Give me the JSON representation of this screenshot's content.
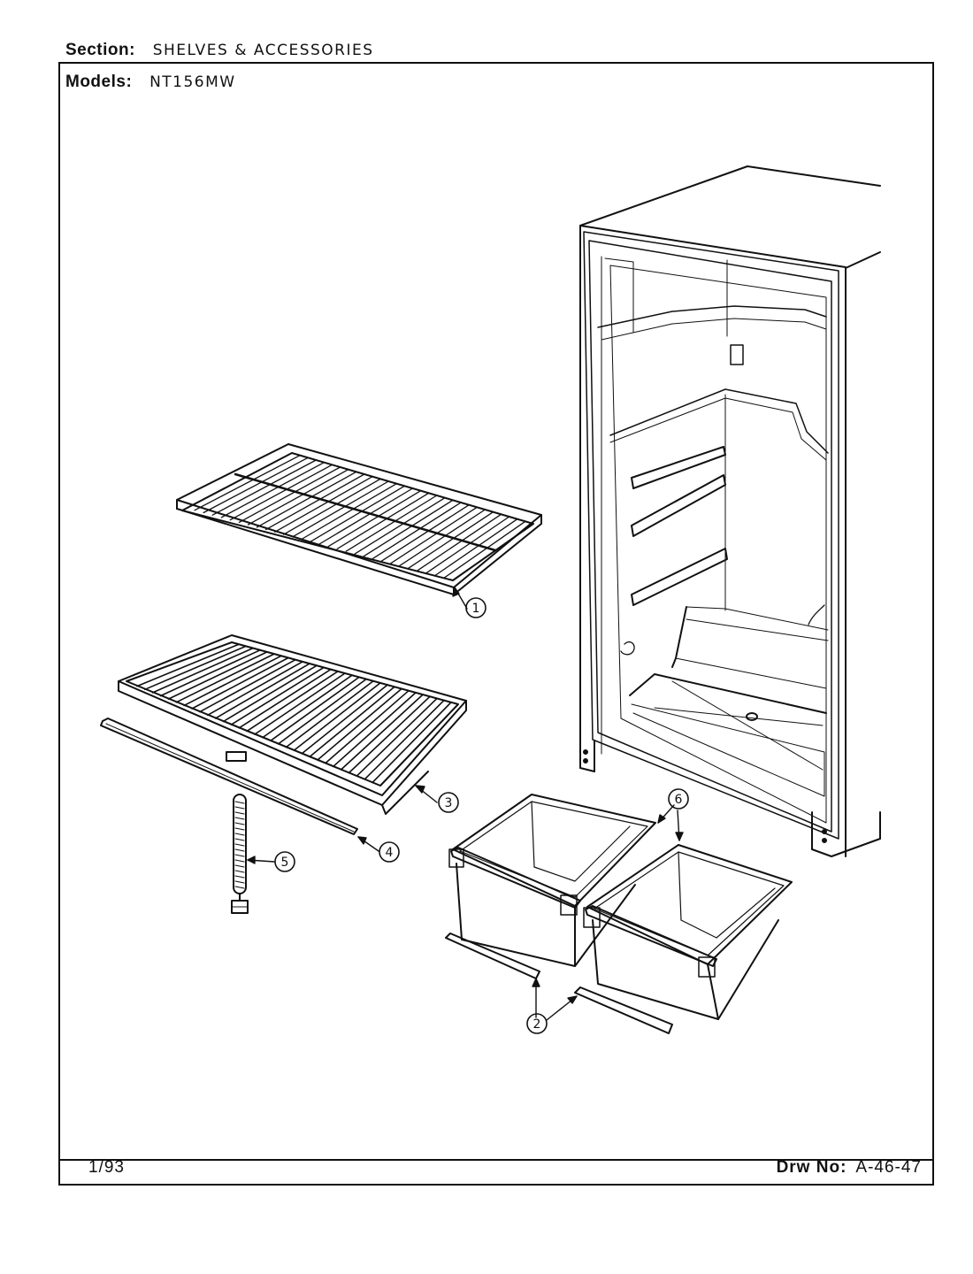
{
  "header": {
    "section_label": "Section:",
    "section_value": "SHELVES & ACCESSORIES",
    "models_label": "Models:",
    "models_value": "NT156MW"
  },
  "footer": {
    "date": "1/93",
    "drawing_label": "Drw No:",
    "drawing_number": "A-46-47"
  },
  "callouts": [
    {
      "id": "1",
      "label": "1"
    },
    {
      "id": "2",
      "label": "2"
    },
    {
      "id": "3",
      "label": "3"
    },
    {
      "id": "4",
      "label": "4"
    },
    {
      "id": "5",
      "label": "5"
    },
    {
      "id": "6",
      "label": "6"
    }
  ]
}
